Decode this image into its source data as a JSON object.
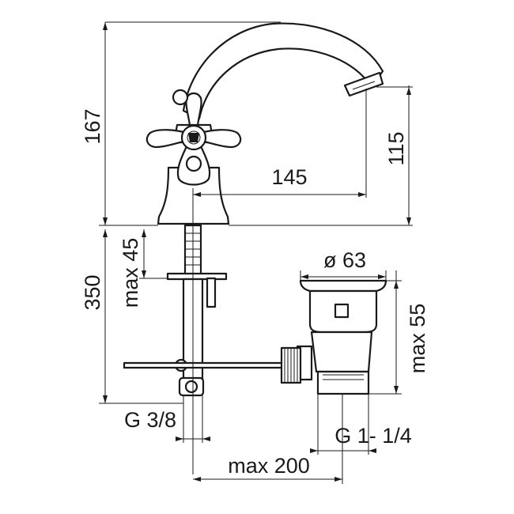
{
  "dimensions": {
    "overall_height": "167",
    "spout_height": "115",
    "spout_reach": "145",
    "under_counter_length": "350",
    "max_deck_thickness": "max 45",
    "waste_diameter": "ø 63",
    "waste_max_height": "max 55",
    "supply_thread": "G 3/8",
    "waste_thread": "G 1- 1/4",
    "max_offset": "max 200"
  }
}
